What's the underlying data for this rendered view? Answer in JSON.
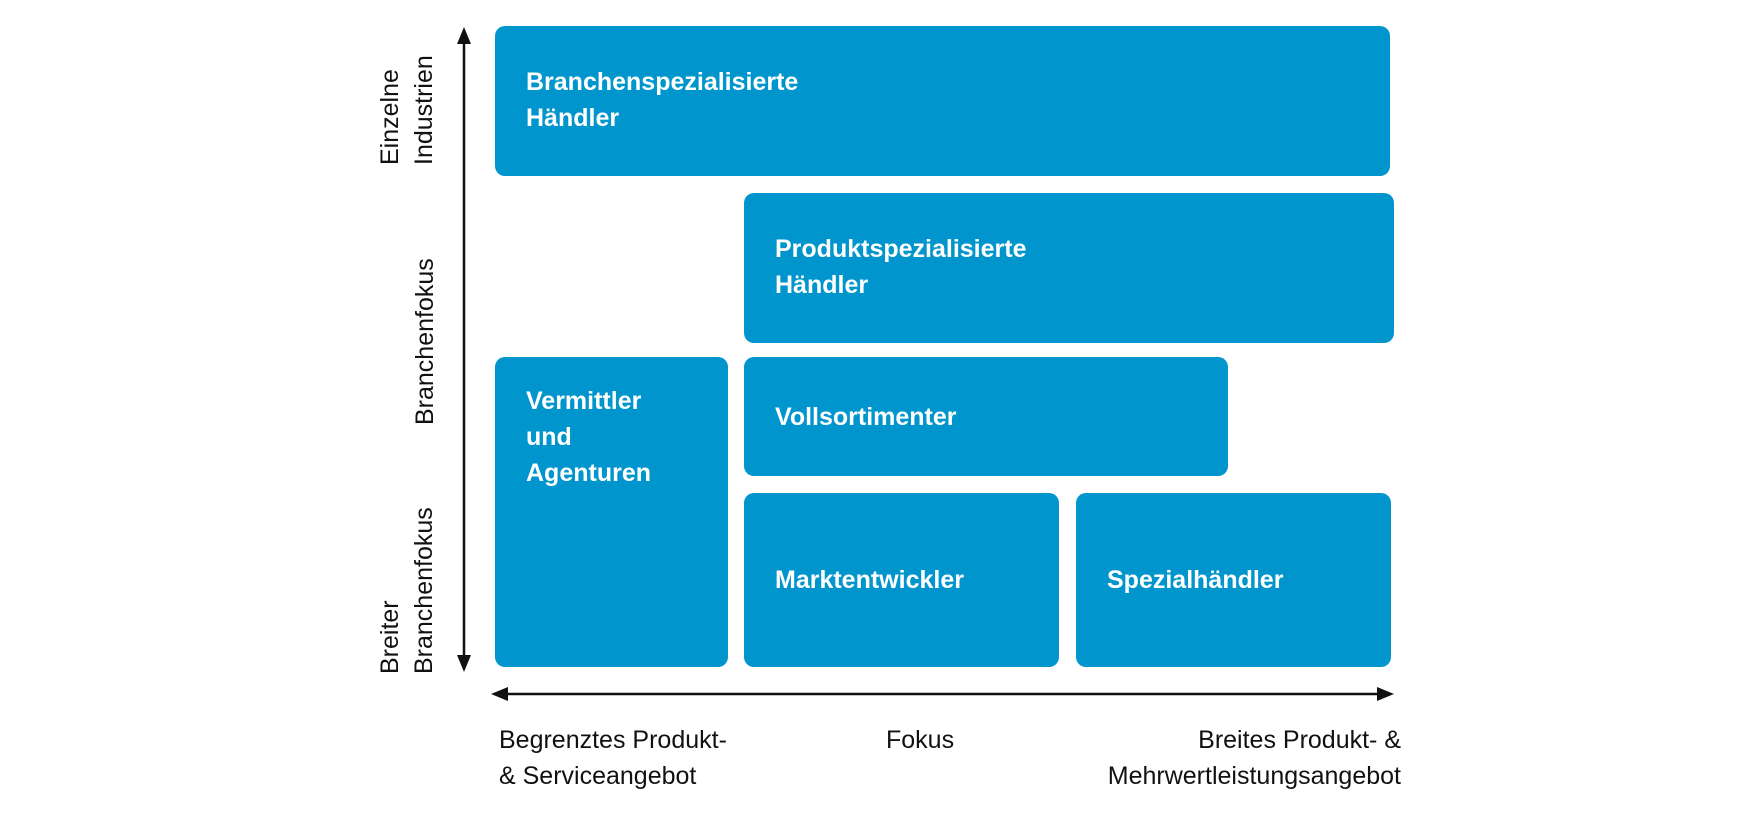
{
  "boxes": {
    "branchenspezialisierte": "Branchenspezialisierte\nHändler",
    "produktspezialisierte": "Produktspezialisierte\nHändler",
    "vermittler": "Vermittler\nund\nAgenturen",
    "vollsortimenter": "Vollsortimenter",
    "marktentwickler": "Marktentwickler",
    "spezialhaendler": "Spezialhändler"
  },
  "y_axis": {
    "top": "Einzelne\nIndustrien",
    "middle": "Branchenfokus",
    "bottom": "Breiter\nBranchenfokus"
  },
  "x_axis": {
    "left": "Begrenztes Produkt-\n& Serviceangebot",
    "middle": "Fokus",
    "right": "Breites Produkt- &\nMehrwertleistungsangebot"
  },
  "colors": {
    "box_fill": "#0096cd",
    "box_text": "#ffffff",
    "axis": "#111111"
  }
}
